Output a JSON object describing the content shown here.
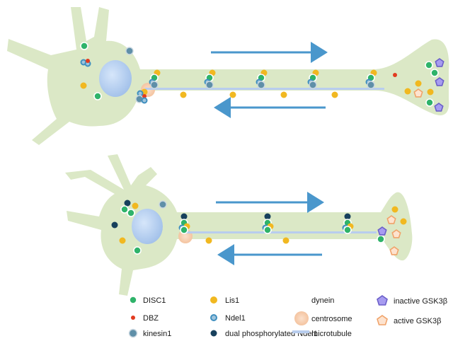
{
  "colors": {
    "cell_body": "#dbe8c6",
    "nucleus": "#a9c6ec",
    "arrow": "#4a97cc",
    "microtubule": "#b8cdee",
    "disc1": "#2fb36a",
    "dbz": "#e23b20",
    "lis1": "#f1b820",
    "ndel1": "#3f8fbf",
    "kinesin1": "#5f8fa8",
    "dual_ndel1": "#17405c",
    "dynein": "#2d6ea8",
    "centrosome": "#f5c9a8",
    "inactive_gsk3b": "#6b5fc9",
    "active_gsk3b": "#f0a36a"
  },
  "legend": {
    "disc1": "DISC1",
    "dbz": "DBZ",
    "kinesin1": "kinesin1",
    "lis1": "Lis1",
    "ndel1": "Ndel1",
    "dual_ndel1": "dual phosphorylated Ndel1",
    "dynein": "dynein",
    "centrosome": "centrosome",
    "microtubule": "microtubule",
    "inactive_gsk3b": "inactive GSK3β",
    "active_gsk3b": "active GSK3β"
  },
  "icons": {
    "disc1": "green-circle",
    "dbz": "red-dot",
    "kinesin1": "grey-blue-circle",
    "lis1": "yellow-circle",
    "ndel1": "small-blue-ring",
    "dual_ndel1": "dark-blue-circle",
    "dynein": "crescent",
    "centrosome": "peach-circle",
    "microtubule": "light-blue-bar",
    "inactive_gsk3b": "purple-pentagon",
    "active_gsk3b": "orange-pentagon"
  }
}
